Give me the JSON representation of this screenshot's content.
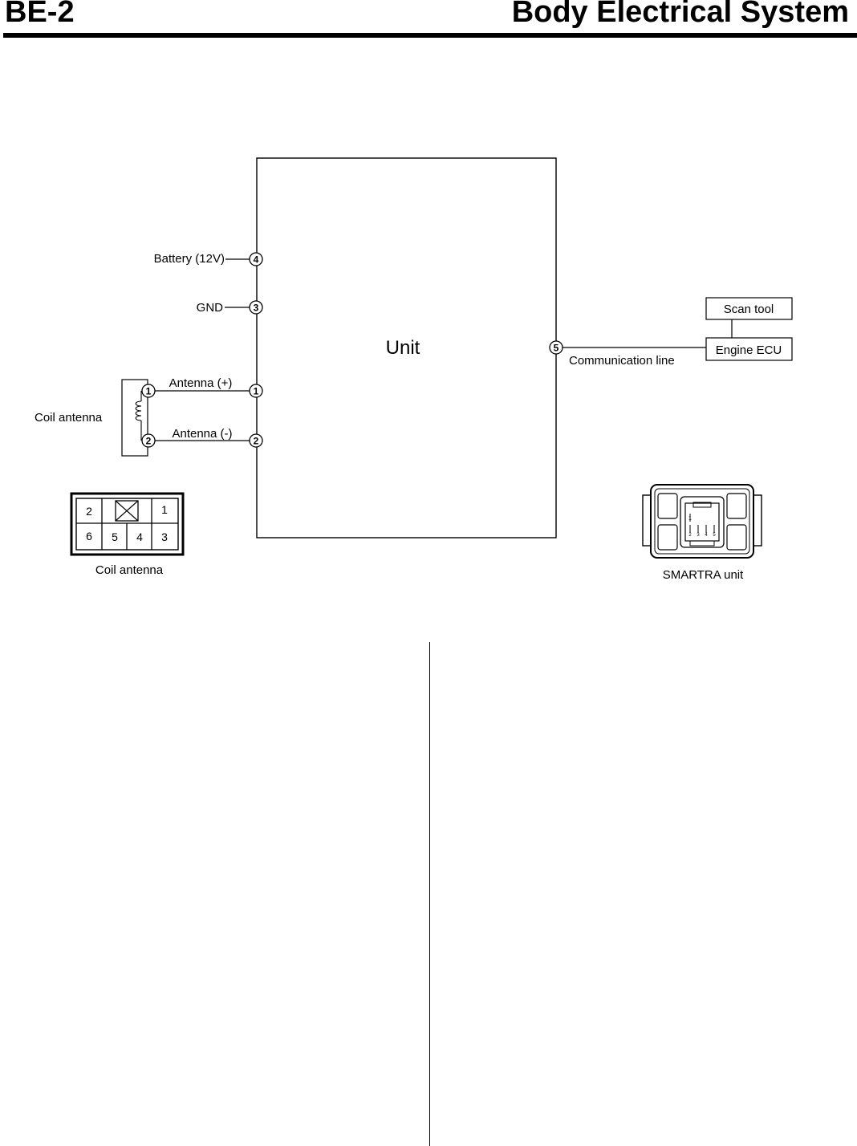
{
  "header": {
    "section_code": "BE-2",
    "section_title": "Body Electrical System"
  },
  "diagram": {
    "unit_label": "Unit",
    "pins": [
      {
        "number": "4",
        "label": "Battery (12V)"
      },
      {
        "number": "3",
        "label": "GND"
      },
      {
        "number": "1",
        "label": "Antenna (+)"
      },
      {
        "number": "2",
        "label": "Antenna (-)"
      },
      {
        "number": "5",
        "label": "Communication line"
      }
    ],
    "coil_antenna": {
      "label": "Coil antenna",
      "pin_a": "1",
      "pin_b": "2"
    },
    "scan_tool_label": "Scan tool",
    "engine_ecu_label": "Engine ECU"
  },
  "connectors": {
    "coil_antenna": {
      "caption": "Coil antenna",
      "top_row": [
        "2",
        "",
        "1"
      ],
      "bottom_row": [
        "6",
        "5",
        "4",
        "3"
      ]
    },
    "smartra_unit": {
      "caption": "SMARTRA unit",
      "top_pin": "1",
      "bottom_pins": [
        "2",
        "3",
        "4",
        "5"
      ]
    }
  }
}
